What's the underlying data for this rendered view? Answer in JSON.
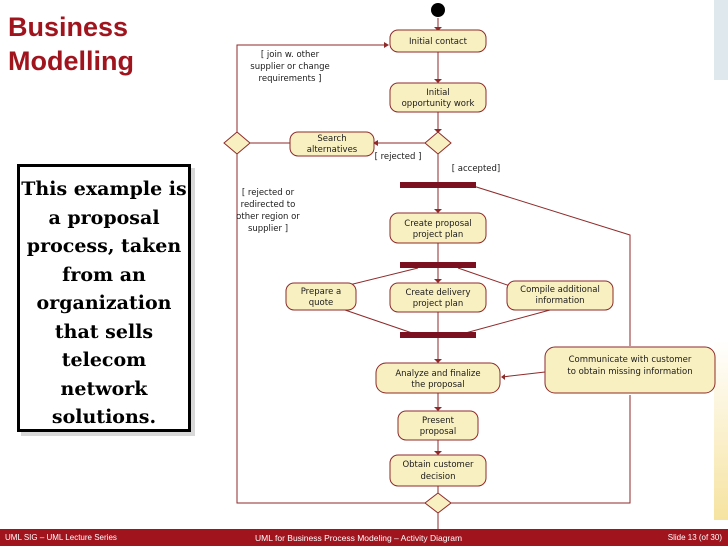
{
  "title": [
    "Business",
    "Modelling"
  ],
  "note": [
    "This example is",
    "a proposal",
    "process, taken",
    "from an",
    "organization",
    "that sells",
    "telecom",
    "network",
    "solutions."
  ],
  "diagram": {
    "activities": {
      "initial_contact": [
        "Initial contact"
      ],
      "initial_opportunity": [
        "Initial",
        "opportunity work"
      ],
      "search_alternatives": [
        "Search",
        "alternatives"
      ],
      "create_project_plan": [
        "Create proposal",
        "project plan"
      ],
      "prepare_quote": [
        "Prepare a",
        "quote"
      ],
      "create_delivery_plan": [
        "Create delivery",
        "project plan"
      ],
      "compile_info": [
        "Compile additional",
        "information"
      ],
      "communicate_customer": [
        "Communicate with customer",
        "to obtain missing information"
      ],
      "analyze_finalize": [
        "Analyze and finalize",
        "the proposal"
      ],
      "present_proposal": [
        "Present",
        "proposal"
      ],
      "obtain_decision": [
        "Obtain customer",
        "decision"
      ]
    },
    "guards": {
      "join_other": [
        "[ join w. other",
        "supplier or change",
        "requirements ]"
      ],
      "rejected": [
        "[ rejected ]"
      ],
      "accepted": [
        "[ accepted]"
      ],
      "rejected_redirected": [
        "[ rejected or",
        "redirected to",
        "other region or",
        "supplier ]"
      ]
    }
  },
  "footer": {
    "left": "UML SIG – UML Lecture Series",
    "center": "UML for Business Process Modeling – Activity Diagram",
    "right": "Slide  13 (of  30)"
  },
  "colors": {
    "accent": "#a0141e",
    "node_fill": "#f9f0c2",
    "node_border": "#8e2a2a",
    "sync_bar": "#7a1020"
  }
}
